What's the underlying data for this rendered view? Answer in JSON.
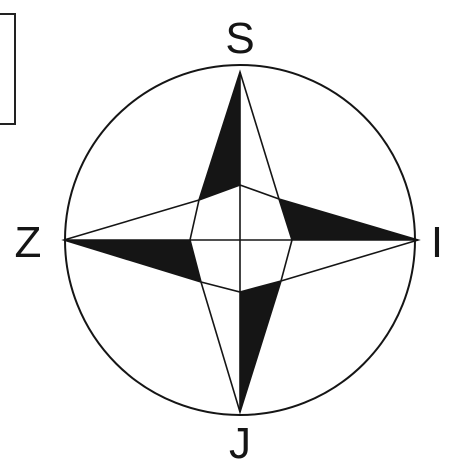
{
  "compass": {
    "north_label": "S",
    "east_label": "I",
    "south_label": "J",
    "west_label": "Z"
  },
  "colors": {
    "ink": "#151515",
    "background": "#ffffff"
  }
}
